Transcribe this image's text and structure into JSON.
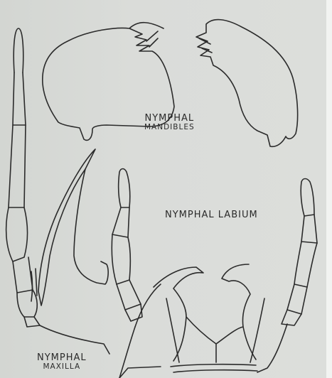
{
  "figure": {
    "labels": {
      "mandibles": [
        "Nymphal",
        "mandibles"
      ],
      "labium": "Nymphal labium",
      "maxilla": [
        "Nymphal",
        "maxilla"
      ]
    },
    "colors": {
      "ink": "#2b2b2b",
      "paper": "#d9dcd8"
    }
  }
}
